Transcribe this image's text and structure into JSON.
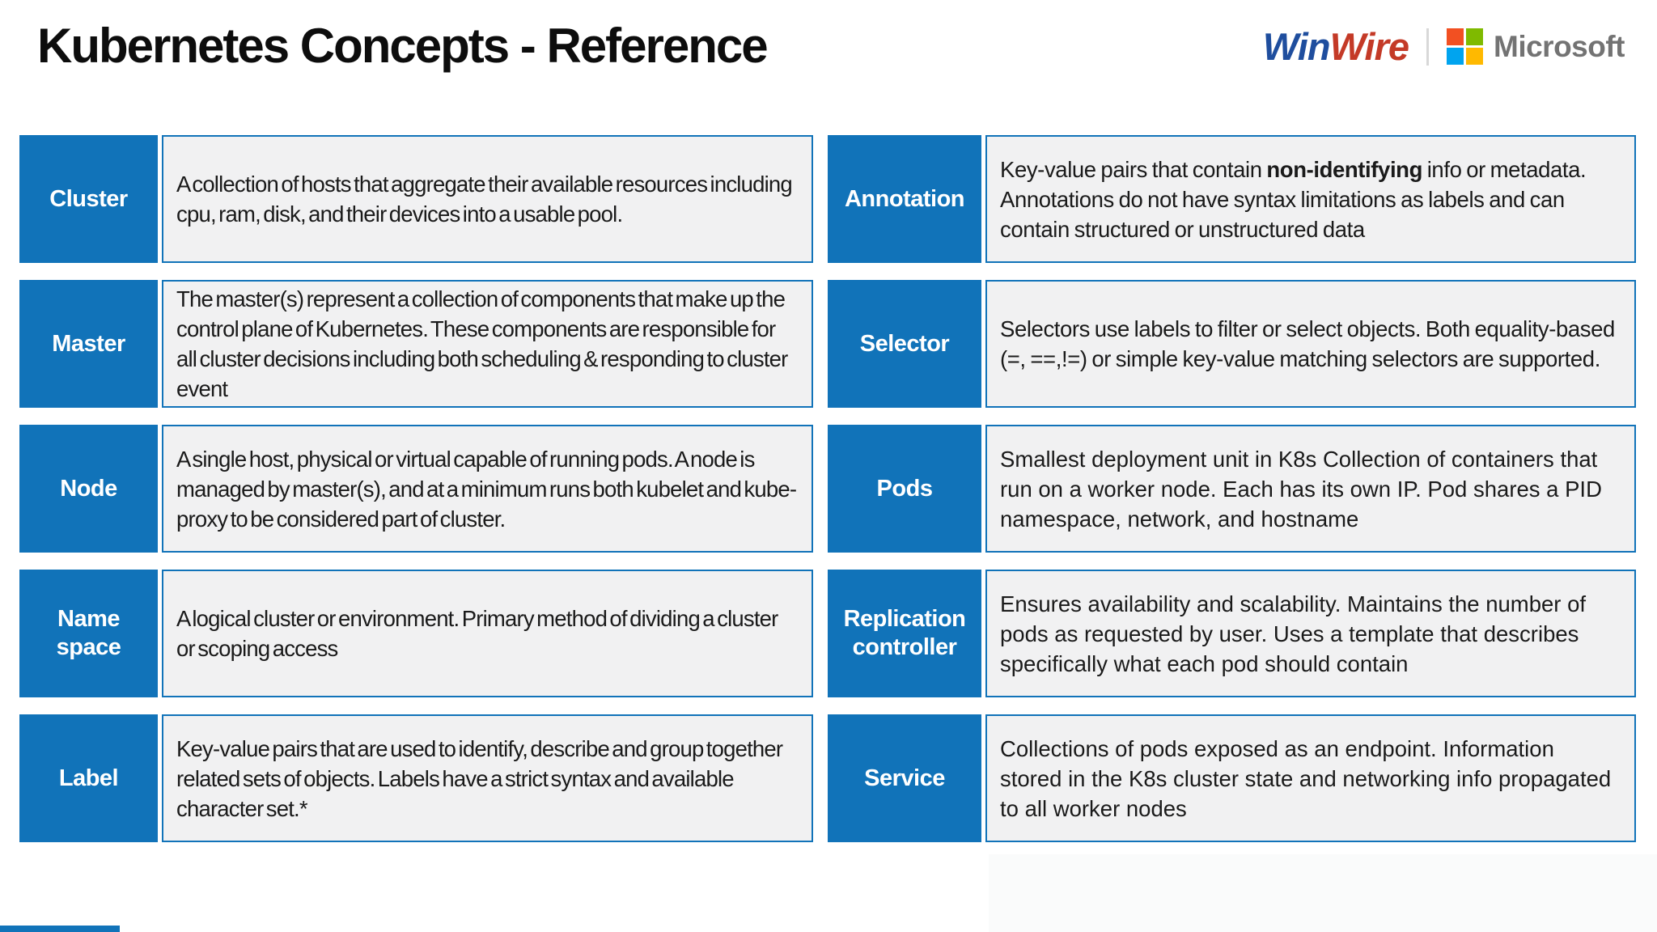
{
  "title": "Kubernetes Concepts - Reference",
  "logos": {
    "winwire_win": "Win",
    "winwire_wire": "Wire",
    "microsoft_wordmark": "Microsoft",
    "microsoft_square_icons": [
      "ms-square-red",
      "ms-square-green",
      "ms-square-blue",
      "ms-square-yellow"
    ]
  },
  "colors": {
    "accent_blue": "#1173b9",
    "desc_background": "#f1f1f2",
    "winwire_blue": "#1f4e9e",
    "winwire_red": "#c43a27",
    "ms_red": "#f25022",
    "ms_green": "#7fba00",
    "ms_blue": "#00a4ef",
    "ms_yellow": "#ffb900",
    "microsoft_gray": "#737373"
  },
  "left_column": [
    {
      "term": "Cluster",
      "desc": "A collection of hosts that aggregate their available resources including cpu, ram, disk,  and their devices into a usable pool."
    },
    {
      "term": "Master",
      "desc": "The master(s) represent a collection of components that make up the control plane of Kubernetes.  These components are responsible for all cluster decisions including both scheduling & responding to cluster event"
    },
    {
      "term": "Node",
      "desc": "A single host, physical or virtual capable of running pods. A node is managed by master(s), and at a minimum runs both kubelet and kube-proxy to be considered part of cluster."
    },
    {
      "term": "Name space",
      "desc": "A logical cluster or environment. Primary method of dividing a cluster or  scoping access"
    },
    {
      "term": "Label",
      "desc": "Key-value pairs that are used to identify, describe and group together related sets of objects. Labels have a strict syntax and available character set.*"
    }
  ],
  "right_column": [
    {
      "term": "Annotation",
      "desc_pre": "Key-value pairs that contain ",
      "desc_bold": "non-identifying",
      "desc_post": " info or metadata. Annotations do not have syntax limitations as labels and can contain structured or unstructured data"
    },
    {
      "term": "Selector",
      "desc": "Selectors use labels to filter or select objects.  Both equality-based (=, ==,!=) or  simple key-value matching selectors are supported."
    },
    {
      "term": "Pods",
      "desc": "Smallest deployment unit in K8s Collection of containers that run on a worker node. Each has its own IP. Pod shares a PID namespace, network, and hostname"
    },
    {
      "term": "Replication controller",
      "desc": "Ensures availability and scalability. Maintains the number of pods as requested by user. Uses a template that describes specifically  what each pod should contain"
    },
    {
      "term": "Service",
      "desc": "Collections of pods exposed as an endpoint. Information stored in the K8s cluster  state and networking info propagated  to all worker nodes"
    }
  ]
}
